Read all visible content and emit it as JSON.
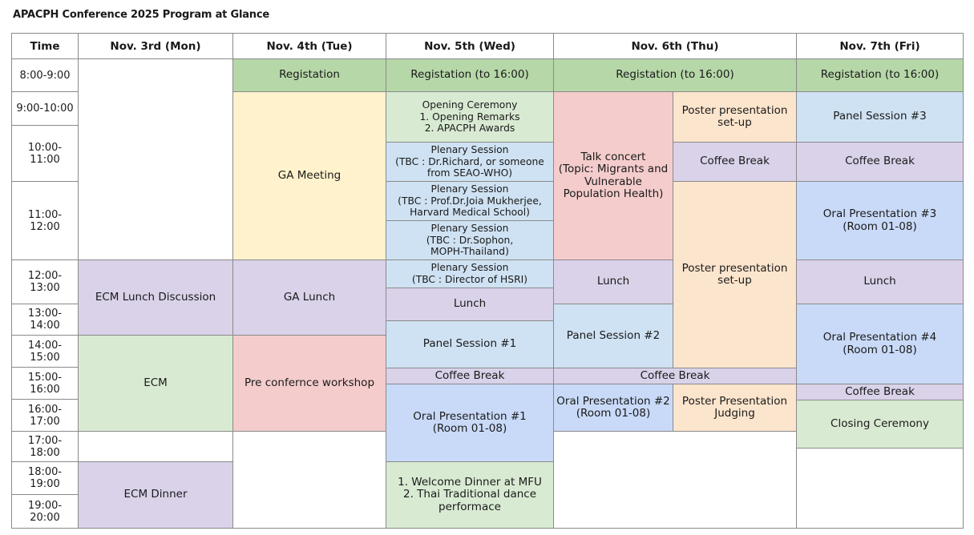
{
  "title": "APACPH Conference 2025 Program at Glance",
  "colors": {
    "green": "#b6d7a8",
    "yellow": "#fff2cc",
    "light_green": "#d9ead3",
    "blue": "#cfe2f3",
    "blue_alt": "#c9daf8",
    "pink": "#f4cccc",
    "orange": "#fce5cd",
    "purple": "#d9d2e9",
    "white": "#ffffff",
    "border": "#8a8a8a"
  },
  "headers": [
    "Time",
    "Nov. 3rd (Mon)",
    "Nov. 4th (Tue)",
    "Nov. 5th (Wed)",
    "Nov. 6th (Thu)",
    "Nov. 7th (Fri)"
  ],
  "time_slots": [
    "8:00-9:00",
    "9:00-10:00",
    "10:00-11:00",
    "11:00-12:00",
    "12:00-13:00",
    "13:00-14:00",
    "14:00-15:00",
    "15:00-16:00",
    "16:00-17:00",
    "17:00-18:00",
    "18:00-19:00",
    "19:00-20:00"
  ],
  "events": [
    {
      "id": "mon-empty-am",
      "day": "mon",
      "color": "white",
      "lines": []
    },
    {
      "id": "mon-ecm-lunch",
      "day": "mon",
      "color": "purple",
      "lines": [
        "ECM Lunch Discussion"
      ]
    },
    {
      "id": "mon-ecm",
      "day": "mon",
      "color": "light_green",
      "lines": [
        "ECM"
      ]
    },
    {
      "id": "mon-empty-pm",
      "day": "mon",
      "color": "white",
      "lines": []
    },
    {
      "id": "mon-ecm-dinner",
      "day": "mon",
      "color": "purple",
      "lines": [
        "ECM Dinner"
      ]
    },
    {
      "id": "tue-registation",
      "day": "tue",
      "color": "green",
      "lines": [
        "Registation"
      ]
    },
    {
      "id": "tue-ga-meeting",
      "day": "tue",
      "color": "yellow",
      "lines": [
        "GA Meeting"
      ]
    },
    {
      "id": "tue-ga-lunch",
      "day": "tue",
      "color": "purple",
      "lines": [
        "GA Lunch"
      ]
    },
    {
      "id": "tue-workshop",
      "day": "tue",
      "color": "pink",
      "lines": [
        "Pre confernce workshop"
      ]
    },
    {
      "id": "tue-empty-pm",
      "day": "tue",
      "color": "white",
      "lines": []
    },
    {
      "id": "wed-registation",
      "day": "wed",
      "color": "green",
      "lines": [
        "Registation (to 16:00)"
      ]
    },
    {
      "id": "wed-opening",
      "day": "wed",
      "color": "light_green",
      "small": true,
      "lines": [
        "Opening Ceremony",
        "1. Opening Remarks",
        "2. APACPH Awards"
      ]
    },
    {
      "id": "wed-plenary-1",
      "day": "wed",
      "color": "blue",
      "small": true,
      "lines": [
        "Plenary Session",
        "(TBC : Dr.Richard, or someone",
        "from SEAO-WHO)"
      ]
    },
    {
      "id": "wed-plenary-2",
      "day": "wed",
      "color": "blue",
      "small": true,
      "lines": [
        "Plenary Session",
        "(TBC : Prof.Dr.Joia Mukherjee,",
        "Harvard Medical School)"
      ]
    },
    {
      "id": "wed-plenary-3",
      "day": "wed",
      "color": "blue",
      "small": true,
      "lines": [
        "Plenary Session",
        "(TBC : Dr.Sophon,",
        "MOPH-Thailand)"
      ]
    },
    {
      "id": "wed-plenary-4",
      "day": "wed",
      "color": "blue",
      "small": true,
      "lines": [
        "Plenary Session",
        "(TBC : Director of HSRI)"
      ]
    },
    {
      "id": "wed-lunch",
      "day": "wed",
      "color": "purple",
      "lines": [
        "Lunch"
      ]
    },
    {
      "id": "wed-panel-1",
      "day": "wed",
      "color": "blue",
      "lines": [
        "Panel Session #1"
      ]
    },
    {
      "id": "wed-coffee",
      "day": "wed",
      "color": "purple",
      "lines": [
        "Coffee Break"
      ]
    },
    {
      "id": "wed-oral-1",
      "day": "wed",
      "color": "blue_alt",
      "lines": [
        "Oral Presentation #1",
        "(Room 01-08)"
      ]
    },
    {
      "id": "wed-dinner",
      "day": "wed",
      "color": "light_green",
      "lines": [
        "1. Welcome Dinner at MFU",
        "2. Thai Traditional dance",
        "performace"
      ]
    },
    {
      "id": "thu-registation",
      "day": "thu",
      "color": "green",
      "lines": [
        "Registation (to 16:00)"
      ]
    },
    {
      "id": "thu-talk-concert",
      "day": "thu",
      "color": "pink",
      "lines": [
        "Talk concert",
        "(Topic: Migrants and",
        "Vulnerable",
        "Population Health)"
      ]
    },
    {
      "id": "thu-poster-setup-1",
      "day": "thu",
      "color": "orange",
      "lines": [
        "Poster presentation",
        "set-up"
      ]
    },
    {
      "id": "thu-coffee-am",
      "day": "thu",
      "color": "purple",
      "lines": [
        "Coffee Break"
      ]
    },
    {
      "id": "thu-poster-setup-2",
      "day": "thu",
      "color": "orange",
      "lines": [
        "Poster presentation",
        "set-up"
      ]
    },
    {
      "id": "thu-lunch",
      "day": "thu",
      "color": "purple",
      "lines": [
        "Lunch"
      ]
    },
    {
      "id": "thu-panel-2",
      "day": "thu",
      "color": "blue",
      "lines": [
        "Panel Session #2"
      ]
    },
    {
      "id": "thu-coffee-pm",
      "day": "thu",
      "color": "purple",
      "lines": [
        "Coffee Break"
      ]
    },
    {
      "id": "thu-oral-2",
      "day": "thu",
      "color": "blue_alt",
      "lines": [
        "Oral Presentation #2",
        "(Room 01-08)"
      ]
    },
    {
      "id": "thu-poster-judging",
      "day": "thu",
      "color": "orange",
      "lines": [
        "Poster Presentation",
        "Judging"
      ]
    },
    {
      "id": "thu-empty-pm",
      "day": "thu",
      "color": "white",
      "lines": []
    },
    {
      "id": "fri-registation",
      "day": "fri",
      "color": "green",
      "lines": [
        "Registation (to 16:00)"
      ]
    },
    {
      "id": "fri-panel-3",
      "day": "fri",
      "color": "blue",
      "lines": [
        "Panel Session #3"
      ]
    },
    {
      "id": "fri-coffee-am",
      "day": "fri",
      "color": "purple",
      "lines": [
        "Coffee Break"
      ]
    },
    {
      "id": "fri-oral-3",
      "day": "fri",
      "color": "blue_alt",
      "lines": [
        "Oral Presentation #3",
        "(Room 01-08)"
      ]
    },
    {
      "id": "fri-lunch",
      "day": "fri",
      "color": "purple",
      "lines": [
        "Lunch"
      ]
    },
    {
      "id": "fri-oral-4",
      "day": "fri",
      "color": "blue_alt",
      "lines": [
        "Oral Presentation #4",
        "(Room 01-08)"
      ]
    },
    {
      "id": "fri-coffee-pm",
      "day": "fri",
      "color": "purple",
      "lines": [
        "Coffee Break"
      ]
    },
    {
      "id": "fri-closing",
      "day": "fri",
      "color": "light_green",
      "lines": [
        "Closing Ceremony"
      ]
    },
    {
      "id": "fri-empty-pm",
      "day": "fri",
      "color": "white",
      "lines": []
    }
  ]
}
